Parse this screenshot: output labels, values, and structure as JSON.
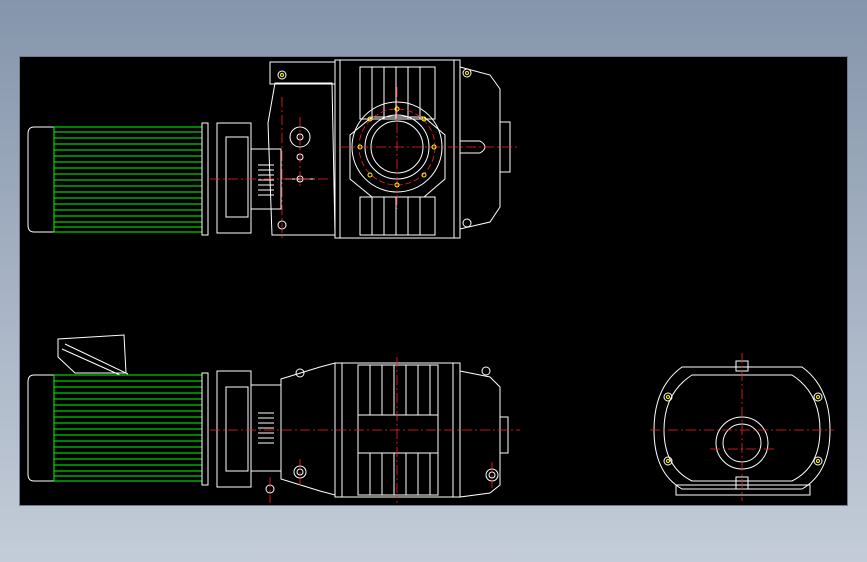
{
  "drawing": {
    "background": "#000000",
    "colors": {
      "outline": "#ffffff",
      "motor": "#00ff00",
      "centerline": "#ff2020",
      "bolt": "#ffff00"
    },
    "views": [
      "front-view",
      "top-view",
      "side-view"
    ]
  }
}
